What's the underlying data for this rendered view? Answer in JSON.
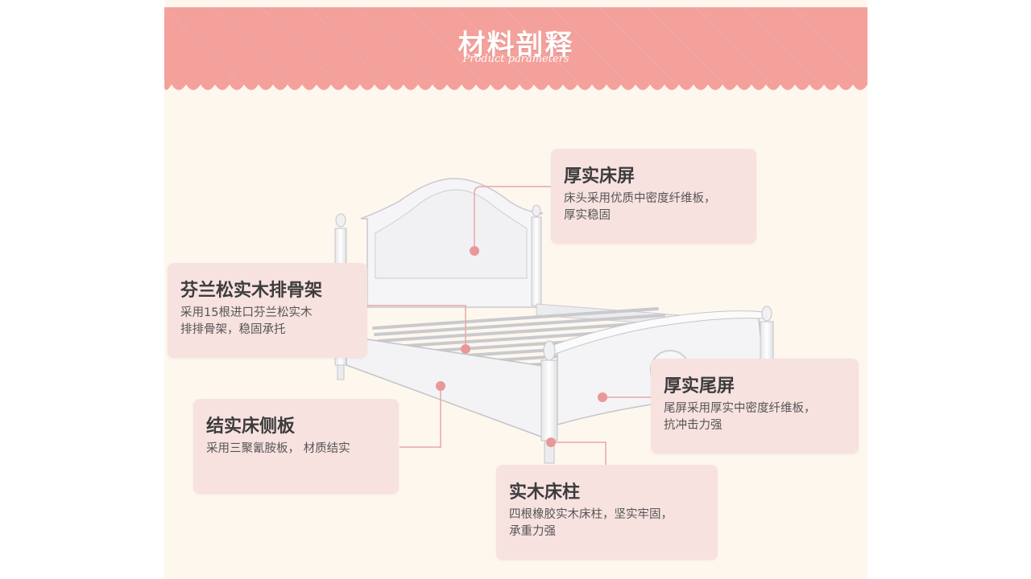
{
  "header": {
    "title": "材料剖释",
    "subtitle": "Product parameters"
  },
  "callouts": {
    "headboard": {
      "title": "厚实床屏",
      "lines": [
        "床头采用优质中密度纤维板，",
        "厚实稳固"
      ]
    },
    "slats": {
      "title": "芬兰松实木排骨架",
      "lines": [
        "采用15根进口芬兰松实木",
        "排排骨架，稳固承托"
      ]
    },
    "side": {
      "title": "结实床侧板",
      "lines": [
        "采用三聚氰胺板， 材质结实"
      ]
    },
    "footboard": {
      "title": "厚实尾屏",
      "lines": [
        "尾屏采用厚实中密度纤维板，",
        "抗冲击力强"
      ]
    },
    "legs": {
      "title": "实木床柱",
      "lines": [
        "四根橡胶实木床柱，坚实牢固，",
        "承重力强"
      ]
    }
  },
  "colors": {
    "header_pink": "#f4a19c",
    "page_bg": "#fdf7ee",
    "callout_bg": "#f7e2e0",
    "accent_dot": "#e8989a"
  }
}
